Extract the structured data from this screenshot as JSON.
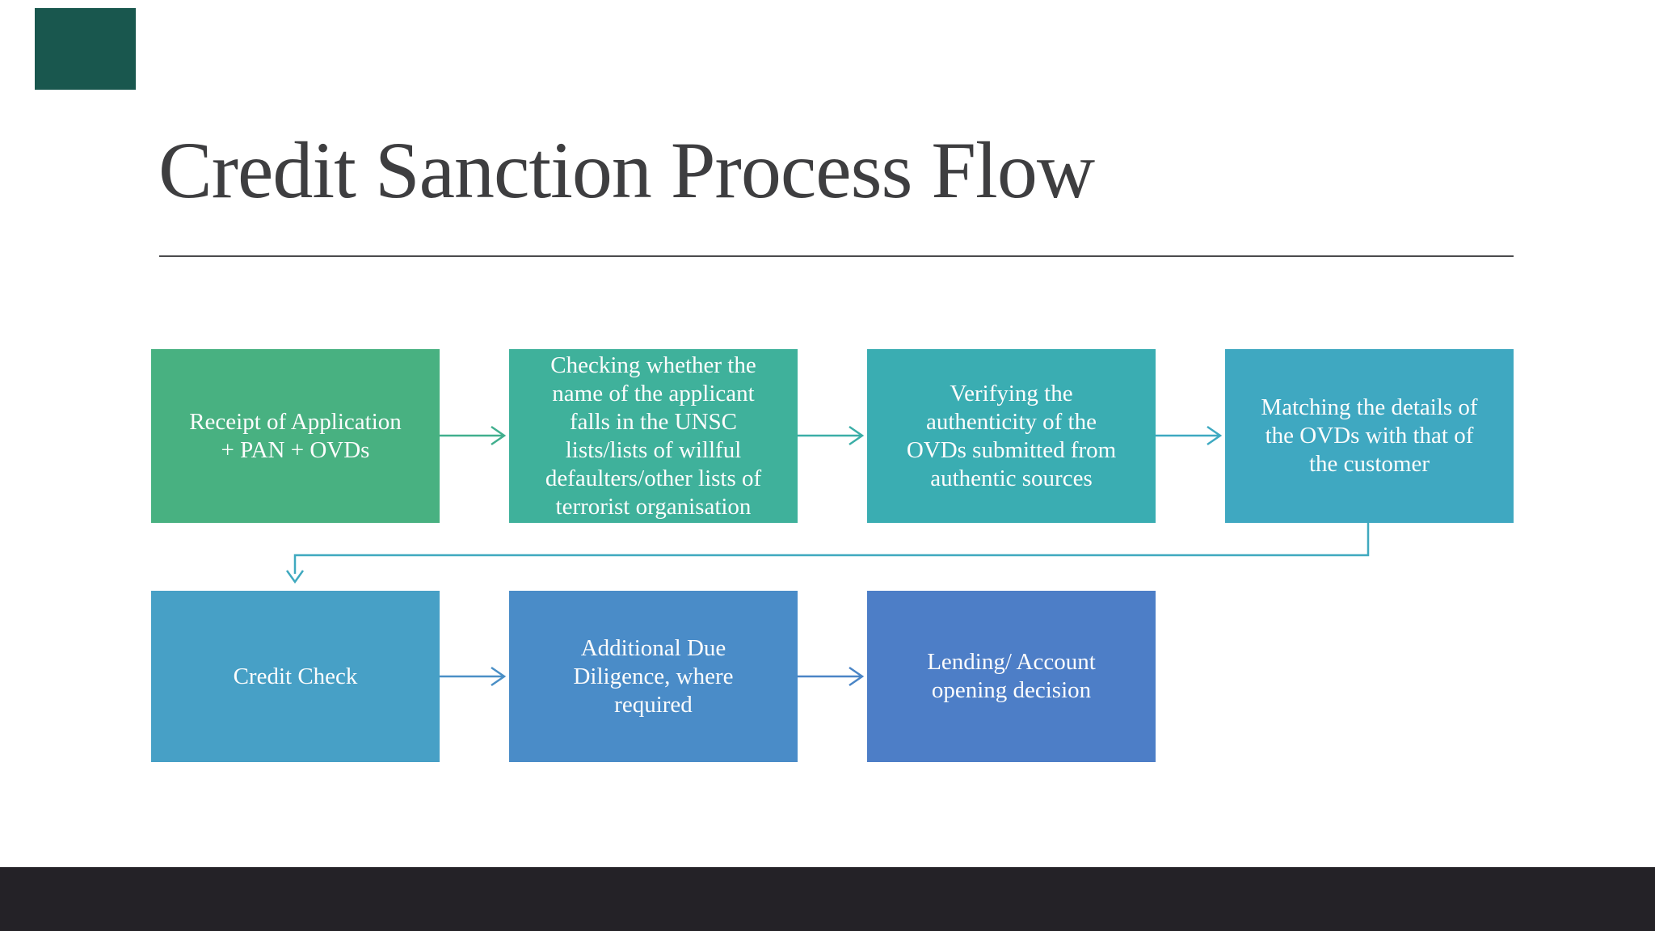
{
  "slide": {
    "title": "Credit Sanction Process Flow",
    "colors": {
      "corner_accent": "#19574E",
      "title_text": "#3E3E40",
      "rule": "#4B4B4D",
      "box_text": "#FCFCFC",
      "footer_bar": "#242227"
    }
  },
  "flow": {
    "steps": [
      {
        "id": 1,
        "label": "Receipt of Application\n+ PAN + OVDs",
        "color": "#48B181"
      },
      {
        "id": 2,
        "label": "Checking whether the\nname of the applicant\nfalls in the UNSC\nlists/lists of willful\ndefaulters/other lists of\nterrorist organisation",
        "color": "#3FB19B"
      },
      {
        "id": 3,
        "label": "Verifying the\nauthenticity of the\nOVDs submitted from\nauthentic sources",
        "color": "#3AADB2"
      },
      {
        "id": 4,
        "label": "Matching the details of\nthe OVDs with that of\nthe customer",
        "color": "#3FA8C1"
      },
      {
        "id": 5,
        "label": "Credit Check",
        "color": "#47A0C6"
      },
      {
        "id": 6,
        "label": "Additional Due\nDiligence, where\nrequired",
        "color": "#4A8CC8"
      },
      {
        "id": 7,
        "label": "Lending/ Account\nopening decision",
        "color": "#4D7EC7"
      }
    ],
    "connectors": {
      "arrow_1_2": "#41AF8E",
      "arrow_2_3": "#3BAEA7",
      "arrow_3_4": "#3EA9C1",
      "elbow_4_5": "#3FA9BF",
      "arrow_5_6": "#4A8FC6",
      "arrow_6_7": "#4A85C6"
    }
  }
}
